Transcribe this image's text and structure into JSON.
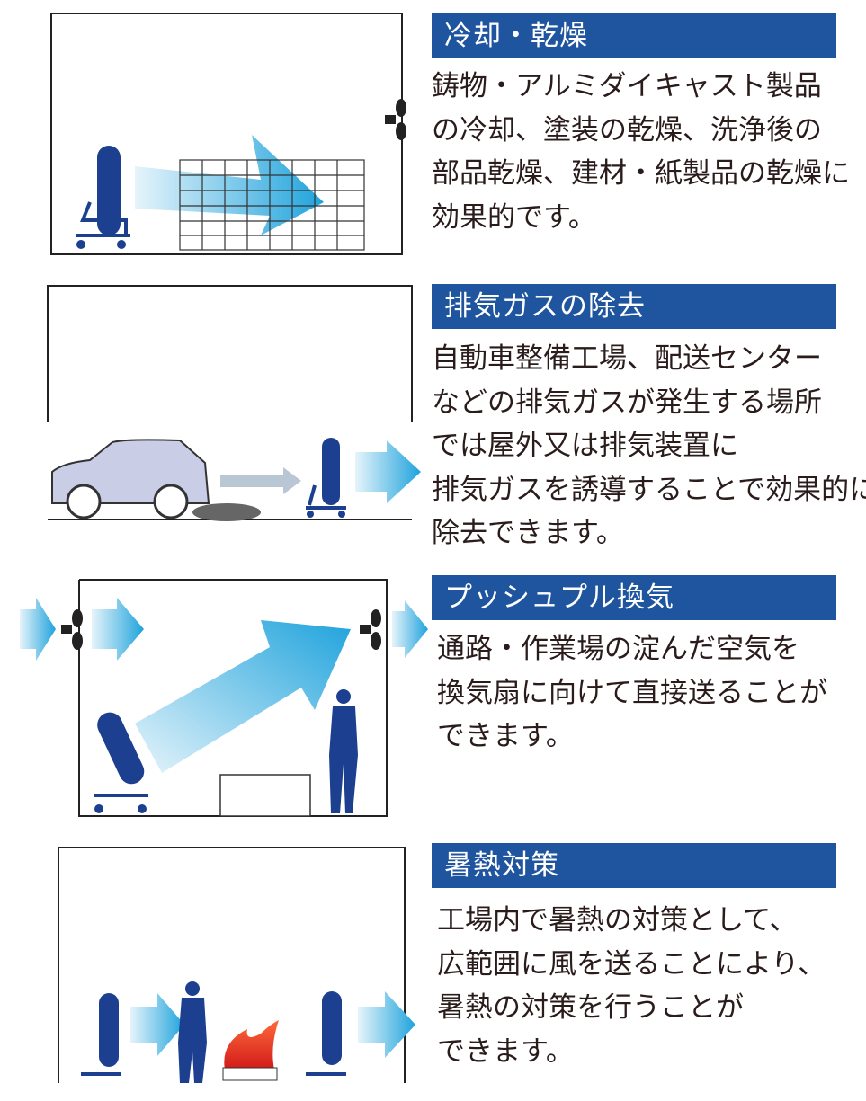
{
  "sections": [
    {
      "title": "冷却・乾燥",
      "lines": [
        "鋳物・アルミダイキャスト製品",
        "の冷却、塗装の乾燥、洗浄後の",
        "部品乾燥、建材・紙製品の乾燥に",
        "効果的です。"
      ]
    },
    {
      "title": "排気ガスの除去",
      "lines": [
        "自動車整備工場、配送センター",
        "などの排気ガスが発生する場所",
        "では屋外又は排気装置に",
        "排気ガスを誘導することで効果的に",
        "除去できます。"
      ]
    },
    {
      "title": "プッシュプル換気",
      "lines": [
        "通路・作業場の淀んだ空気を",
        "換気扇に向けて直接送ることが",
        "できます。"
      ]
    },
    {
      "title": "暑熱対策",
      "lines": [
        "工場内で暑熱の対策として、",
        "広範囲に風を送ることにより、",
        "暑熱の対策を行うことが",
        "できます。"
      ]
    }
  ],
  "colors": {
    "header": "#1f559f",
    "text": "#2b1c1c",
    "fan": "#1c3f8f",
    "airflow": "#29a8df"
  }
}
